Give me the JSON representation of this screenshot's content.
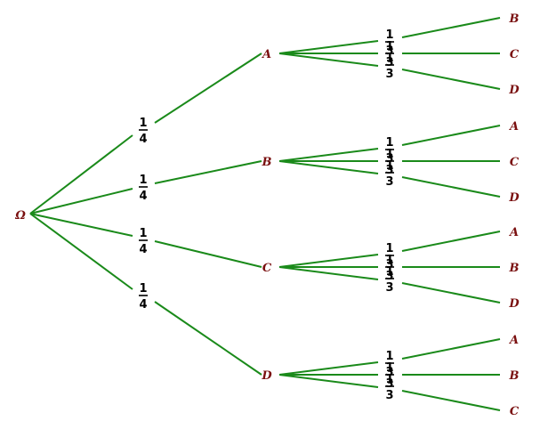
{
  "root": {
    "label": "Ω"
  },
  "first_level": {
    "probability": {
      "numerator": "1",
      "denominator": "4"
    },
    "branches": [
      {
        "label": "A",
        "children": [
          "B",
          "C",
          "D"
        ]
      },
      {
        "label": "B",
        "children": [
          "A",
          "C",
          "D"
        ]
      },
      {
        "label": "C",
        "children": [
          "A",
          "B",
          "D"
        ]
      },
      {
        "label": "D",
        "children": [
          "A",
          "B",
          "C"
        ]
      }
    ]
  },
  "second_level": {
    "probability": {
      "numerator": "1",
      "denominator": "3"
    }
  },
  "colors": {
    "edges": "#1a8a1a",
    "node_labels": "#7a1010",
    "probabilities": "#000000"
  }
}
